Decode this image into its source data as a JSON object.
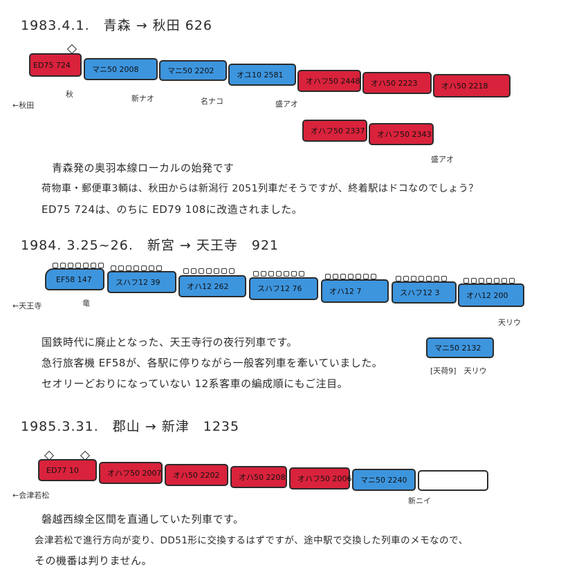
{
  "sections": [
    {
      "header": "1983.4.1.　青森 → 秋田 626",
      "cars": [
        {
          "label": "ED75 724",
          "color": "red"
        },
        {
          "label": "マニ50 2008",
          "color": "blue"
        },
        {
          "label": "マニ50 2202",
          "color": "blue"
        },
        {
          "label": "オユ10 2581",
          "color": "blue"
        },
        {
          "label": "オハフ50 2448",
          "color": "red"
        },
        {
          "label": "オハ50 2223",
          "color": "red"
        },
        {
          "label": "オハ50 2218",
          "color": "red"
        }
      ],
      "extra_cars": [
        {
          "label": "オハフ50 2337",
          "color": "red"
        },
        {
          "label": "オハフ50 2343",
          "color": "red"
        }
      ],
      "labels": {
        "direction": "←秋田",
        "s1": "秋",
        "s2": "新ナオ",
        "s3": "名ナコ",
        "s4": "盛アオ",
        "s5": "盛アオ"
      },
      "notes": [
        "青森発の奥羽本線ローカルの始発です",
        "荷物車・郵便車3輌は、秋田からは新潟行 2051列車だそうですが、終着駅はドコなのでしょう？",
        "ED75 724は、のちに ED79 108に改造されました。"
      ]
    },
    {
      "header": "1984. 3.25~26.　新宮 → 天王寺　921",
      "cars": [
        {
          "label": "EF58 147",
          "color": "blue"
        },
        {
          "label": "スハフ12 39",
          "color": "blue"
        },
        {
          "label": "オハ12 262",
          "color": "blue"
        },
        {
          "label": "スハフ12 76",
          "color": "blue"
        },
        {
          "label": "オハ12 7",
          "color": "blue"
        },
        {
          "label": "スハフ12 3",
          "color": "blue"
        },
        {
          "label": "オハ12 200",
          "color": "blue"
        }
      ],
      "extra_cars": [
        {
          "label": "マニ50 2132",
          "color": "blue"
        }
      ],
      "labels": {
        "direction": "←天王寺",
        "s1": "竜",
        "s2": "天リウ",
        "s3": "[天荷9]　天リウ"
      },
      "notes": [
        "国鉄時代に廃止となった、天王寺行の夜行列車です。",
        "急行旅客機 EF58が、各駅に停りながら一般客列車を牽いていました。",
        "セオリーどおりになっていない 12系客車の編成順にもご注目。"
      ]
    },
    {
      "header": "1985.3.31.　郡山 → 新津　1235",
      "cars": [
        {
          "label": "ED77 10",
          "color": "red"
        },
        {
          "label": "オハフ50 2007",
          "color": "red"
        },
        {
          "label": "オハ50 2202",
          "color": "red"
        },
        {
          "label": "オハ50 2208",
          "color": "red"
        },
        {
          "label": "オハフ50 2006",
          "color": "red"
        },
        {
          "label": "マニ50 2240",
          "color": "blue"
        },
        {
          "label": "",
          "color": "white"
        }
      ],
      "labels": {
        "direction": "←会津若松",
        "s1": "新ニイ"
      },
      "notes": [
        "磐越西線全区間を直通していた列車です。",
        "会津若松で進行方向が変り、DD51形に交換するはずですが、途中駅で交換した列車のメモなので、",
        "その機番は判りません。"
      ]
    }
  ],
  "colors": {
    "red": "#d9223b",
    "blue": "#3d95de"
  }
}
